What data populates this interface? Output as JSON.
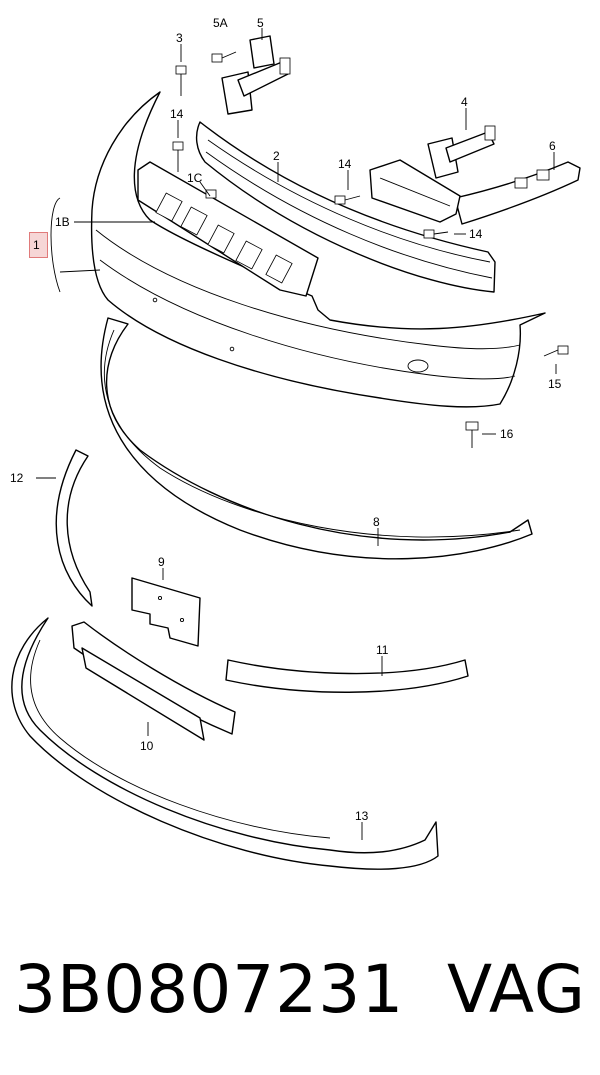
{
  "diagram": {
    "callouts": {
      "c1": "1",
      "c1b": "1B",
      "c1c": "1C",
      "c2": "2",
      "c3": "3",
      "c4": "4",
      "c5": "5",
      "c5a": "5A",
      "c6": "6",
      "c8": "8",
      "c9": "9",
      "c10": "10",
      "c11": "11",
      "c12": "12",
      "c13": "13",
      "c14a": "14",
      "c14b": "14",
      "c14c": "14",
      "c15": "15",
      "c16": "16"
    }
  },
  "footer": {
    "part_number": "3B0807231",
    "brand": "VAG"
  }
}
